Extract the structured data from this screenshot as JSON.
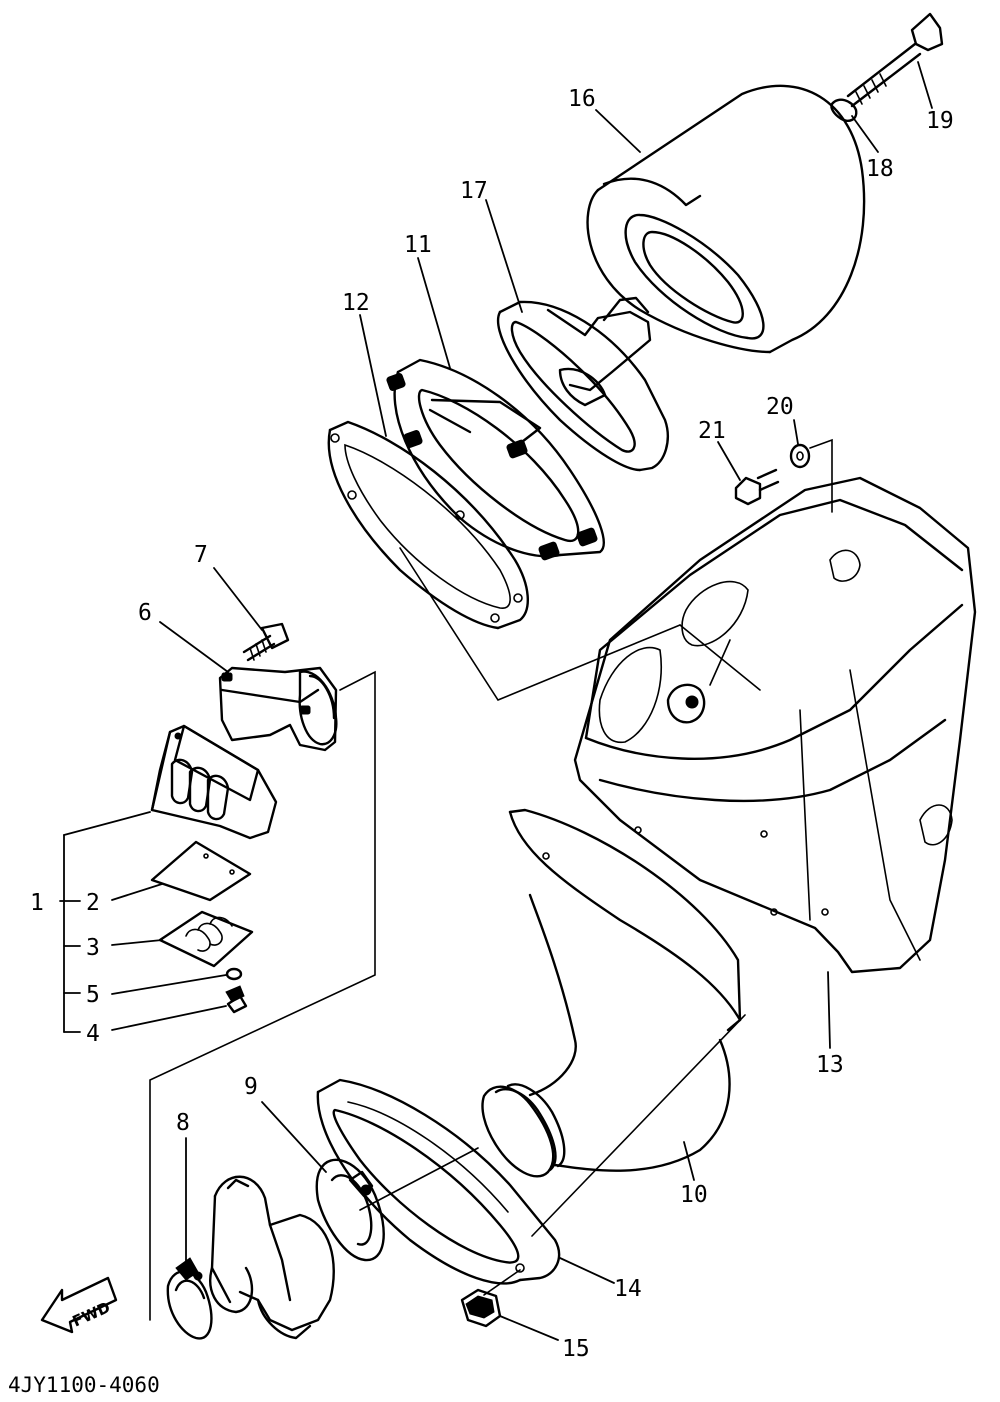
{
  "diagram": {
    "callouts": [
      "1",
      "2",
      "3",
      "4",
      "5",
      "6",
      "7",
      "8",
      "9",
      "10",
      "11",
      "12",
      "13",
      "14",
      "15",
      "16",
      "17",
      "18",
      "19",
      "20",
      "21"
    ],
    "direction_label": "FWD",
    "drawing_code": "4JY1100-4060"
  },
  "icons": {
    "forward": "arrow-forward-icon"
  }
}
